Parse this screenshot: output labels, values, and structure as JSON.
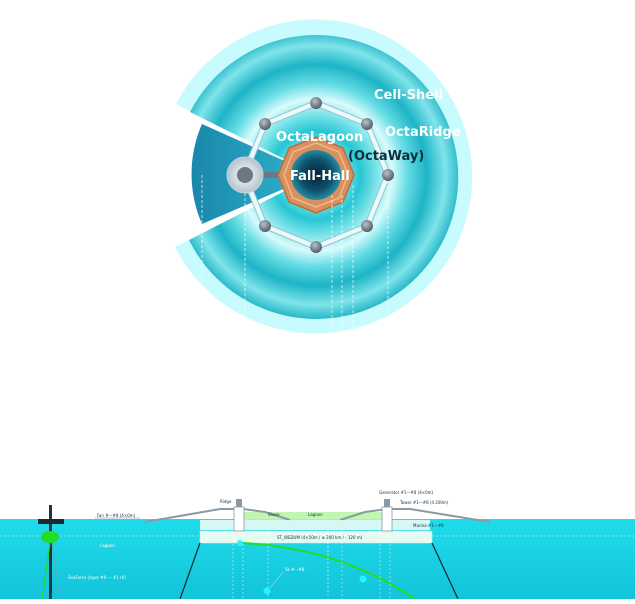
{
  "plan": {
    "labels": {
      "cell_shell": "Cell-Shell",
      "octa_lagoon": "OctaLagoon",
      "octa_ridge": "OctaRidge",
      "octa_way": "(OctaWay)",
      "fall_hall": "Fall-Hall"
    },
    "colors": {
      "outer_ring": "#c8fbfd",
      "shell_dark": "#139fb2",
      "shell_light": "#dffbfd",
      "core_dark": "#0a3d55",
      "octaway": "#d9905f",
      "node": "#5c6570",
      "wedge": "#1d93b6"
    }
  },
  "section": {
    "labels": {
      "ridge": "Ridge",
      "generator": "Generator #1—#8 (4×0m)",
      "tower": "Tower #1—#8 (4 200m)",
      "fan": "Fan #—#8 (4×0m)",
      "shore": "Shore",
      "lagoon": "Lagoon",
      "marina": "Marina #1—#8",
      "lagoon_side": "Lagoon",
      "st_wedum": "ST_WEDUM (4×50m / ⊕ 200 km / - 120 m)",
      "sk": "Sk #—#8",
      "seaforce": "SeaForce (layer #0 — #1 r0)"
    },
    "colors": {
      "water": "#19dbea",
      "water_deep": "#16c6dc",
      "slab": "#dffbf4",
      "green_glow": "#22dd22"
    }
  }
}
